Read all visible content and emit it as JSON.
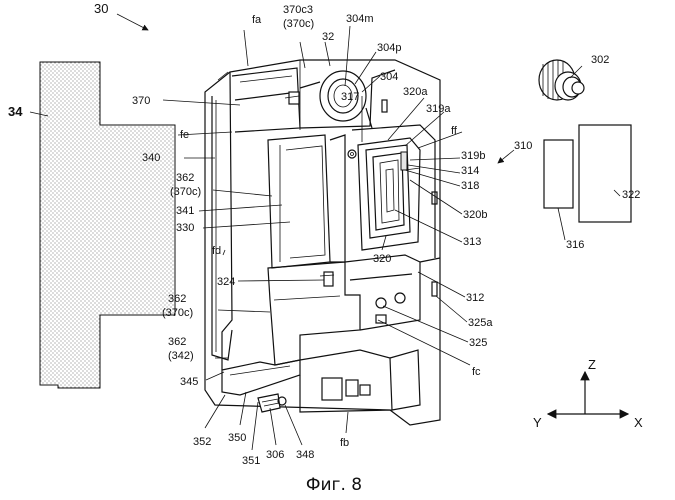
{
  "caption": "Фиг. 8",
  "figure_ref": "30",
  "labels": {
    "l34": "34",
    "l370": "370",
    "lfa": "fa",
    "l370c3": "370c3",
    "l370c_top": "(370c)",
    "l32": "32",
    "l304m": "304m",
    "l304p": "304p",
    "l304": "304",
    "l302": "302",
    "l317": "317",
    "l320a": "320a",
    "l319a": "319a",
    "lff": "ff",
    "l310": "310",
    "lfe": "fe",
    "l340": "340",
    "l362a": "362",
    "l370c_a": "(370c)",
    "l341": "341",
    "l330": "330",
    "l319b": "319b",
    "l314": "314",
    "l318": "318",
    "l320b": "320b",
    "l313": "313",
    "l320": "320",
    "l316": "316",
    "l322": "322",
    "lfd": "fd",
    "l324": "324",
    "l362b": "362",
    "l370c_b": "(370c)",
    "l312": "312",
    "l325a": "325a",
    "l325": "325",
    "l362c": "362",
    "l342": "(342)",
    "l345": "345",
    "lfc": "fc",
    "l352": "352",
    "l350": "350",
    "l351": "351",
    "l306": "306",
    "l348": "348",
    "lfb": "fb"
  },
  "axes": {
    "z": "Z",
    "y": "Y",
    "x": "X"
  }
}
